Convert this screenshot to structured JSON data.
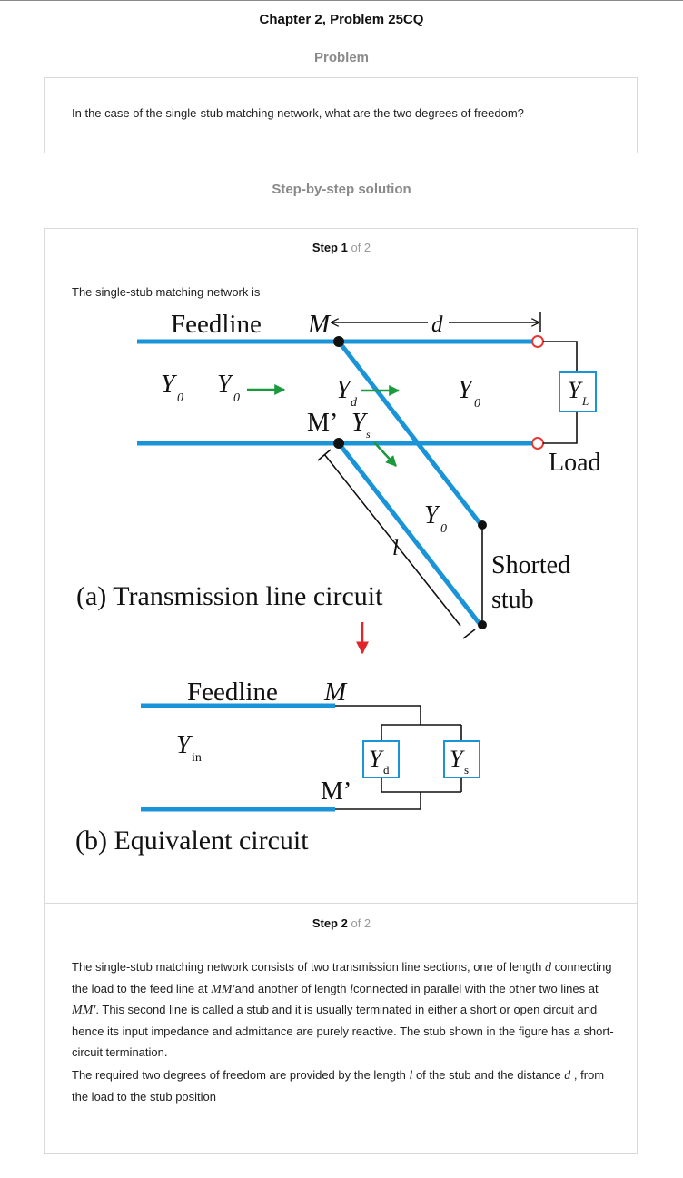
{
  "header": {
    "title": "Chapter 2, Problem 25CQ"
  },
  "problem": {
    "heading": "Problem",
    "text": "In the case of the single-stub matching network, what are the two degrees of freedom?"
  },
  "solution": {
    "heading": "Step-by-step solution",
    "step1": {
      "label": "Step 1",
      "of": "of 2",
      "intro": "The single-stub matching network is"
    },
    "figure": {
      "top_feedline": "Feedline",
      "M": "M",
      "d": "d",
      "Y": "Y",
      "sub_0": "0",
      "sub_d": "d",
      "sub_s": "s",
      "sub_L": "L",
      "sub_in": "in",
      "Mprime": "M’",
      "load": "Load",
      "l": "l",
      "shorted": "Shorted",
      "stub": "stub",
      "caption_a": "(a) Transmission line circuit",
      "bottom_feedline": "Feedline",
      "M2": "M",
      "Mprime2": "M’",
      "caption_b": "(b) Equivalent circuit",
      "colors": {
        "line": "#1a94d8",
        "arrow_green": "#1a9a3c",
        "arrow_red": "#e0262a",
        "terminal": "#e53935"
      }
    },
    "step2": {
      "label": "Step 2",
      "of": "of 2",
      "para1": {
        "t1": "The single-stub matching network consists of two transmission line sections, one of length ",
        "v_d": "d",
        "t2": " connecting the load to the feed line at ",
        "v_mm1": "MM′",
        "t3": "and another of length ",
        "v_l": "l",
        "t4": "connected in parallel with the other two lines at ",
        "v_mm2": "MM′",
        "t5": ". This second line is called a stub and it is usually terminated in either a short or open circuit and hence its input impedance and admittance are purely reactive. The stub shown in the figure has a short-circuit termination."
      },
      "para2": {
        "t1": "The required two degrees of freedom are provided by the length ",
        "v_l": "l",
        "t2": " of the stub and the distance ",
        "v_d": "d",
        "t3": " , from the load to the stub position"
      }
    }
  }
}
